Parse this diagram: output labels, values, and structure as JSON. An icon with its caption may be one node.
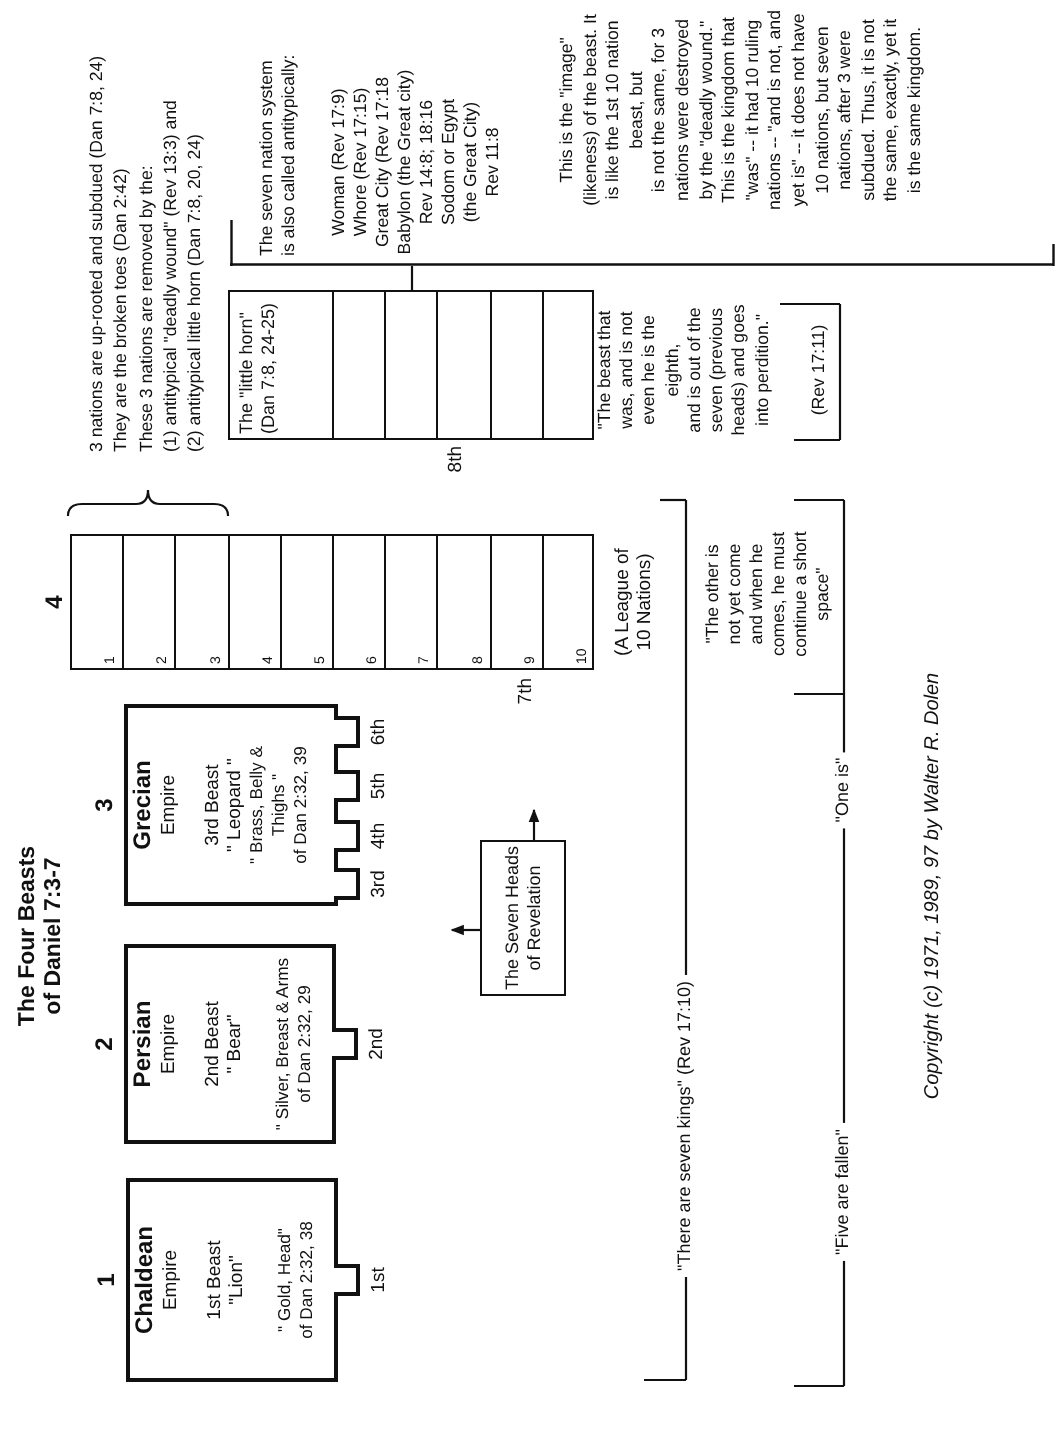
{
  "diagram": {
    "title": "The Four Beasts of Daniel 7:3-7",
    "nodes": [
      {
        "text": [
          "1",
          "Chaldean",
          "Empire",
          "1st Beast",
          "\"Lion\"",
          "\" Gold, Head\"",
          "of Dan 2:32, 38"
        ],
        "beside": [
          "1st"
        ]
      },
      {
        "text": [
          "2",
          "Persian",
          "Empire",
          "2nd Beast",
          "\" Bear\"",
          "\" Silver, Breast & Arms",
          "of Dan 2:32, 29"
        ],
        "beside": [
          "2nd"
        ]
      },
      {
        "text": [
          "3",
          "Grecian",
          "Empire",
          "3rd Beast",
          "\" Leopard \"",
          "\" Brass, Belly & Thighs \"",
          "of Dan 2:32, 39"
        ],
        "beside": [
          "3rd",
          "4th",
          "5th",
          "6th"
        ]
      },
      {
        "text": [
          "The Seven Heads of Revelation"
        ]
      },
      {
        "text": [
          "4"
        ],
        "beside": [
          "7th",
          "(A League of 10 Nations)"
        ]
      },
      {
        "text": [
          "1"
        ],
        "in": 4
      },
      {
        "text": [
          "2"
        ],
        "in": 4
      },
      {
        "text": [
          "3"
        ],
        "in": 4
      },
      {
        "text": [
          "4"
        ],
        "in": 4
      },
      {
        "text": [
          "5"
        ],
        "in": 4
      },
      {
        "text": [
          "6"
        ],
        "in": 4
      },
      {
        "text": [
          "7"
        ],
        "in": 4
      },
      {
        "text": [
          "8"
        ],
        "in": 4
      },
      {
        "text": [
          "9"
        ],
        "in": 4
      },
      {
        "text": [
          "10"
        ],
        "in": 4
      },
      {
        "text": [
          "The \"little horn\" (Dan 7:8, 24-25)"
        ],
        "beside": [
          "8th"
        ]
      },
      {
        "text": [],
        "shape": "box",
        "in": 15
      },
      {
        "text": [],
        "shape": "box",
        "in": 15
      },
      {
        "text": [],
        "shape": "box",
        "in": 15
      },
      {
        "text": [],
        "shape": "box",
        "in": 15
      },
      {
        "text": [],
        "shape": "box",
        "in": 15
      },
      {
        "text": [
          "The seven nation system is also called antitypically:",
          "Woman (Rev 17:9)",
          "Whore (Rev 17:15)",
          "Great City (Rev 17:18",
          "Babylon (the Great city)",
          "Rev 14:8; 18:16",
          "Sodom or Egypt",
          "(the Great City)",
          "Rev 11:8",
          "This is the \"image\" (likeness) of the beast. It is like the 1st 10 nation beast, but",
          "is not the same, for 3 nations were destroyed by the \"deadly wound.\"",
          "This is the kingdom that \"was\" -- it had 10 ruling nations -- \"and is not, and yet is\" -- it does not have 10 nations, but seven nations, after 3 were subdued. Thus, it is not the same, exactly, yet it is the same kingdom."
        ]
      }
    ],
    "edges": [
      {
        "from": 3,
        "to": null,
        "arrow": "to"
      },
      {
        "from": 3,
        "to": null,
        "arrow": "to"
      },
      {
        "from": 15,
        "to": 21,
        "arrow": "none"
      }
    ],
    "labels": [
      "3 nations are up-rooted and subdued (Dan 7:8, 24)",
      "They are the broken toes (Dan 2:42)",
      "These 3 nations are removed by the:",
      "(1) antitypical \"deadly wound\" (Rev 13:3) and",
      "(2) antitypical little horn (Dan 7:8, 20, 24)",
      "\"There are seven kings\" (Rev 17:10)",
      "\"Five are fallen\"",
      "\"One is\"",
      "\"The other is not yet come and when he comes, he must continue a short space\"",
      "\"The beast that was, and is not even he is the eighth,",
      "and is out of the seven (previous heads) and goes into perdition.\"",
      "(Rev 17:11)",
      "Copyright (c) 1971, 1989, 97 by Walter R. Dolen"
    ]
  }
}
